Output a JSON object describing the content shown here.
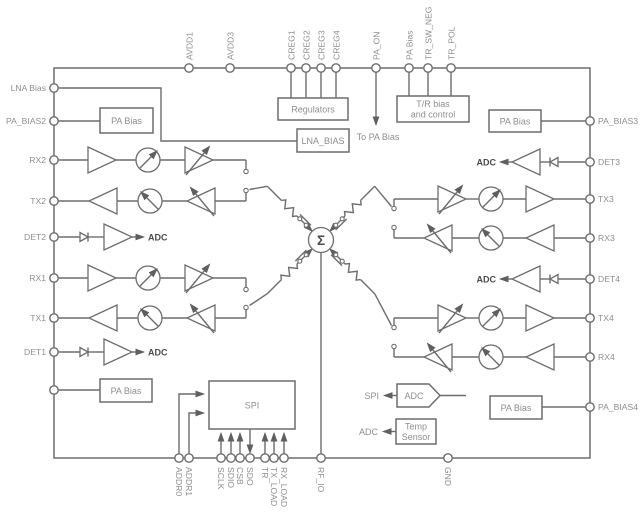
{
  "pins": {
    "top": [
      "AVDD1",
      "AVDD3",
      "CREG1",
      "CREG2",
      "CREG3",
      "CREG4",
      "PA_ON",
      "PA Bias",
      "TR_SW_NEG",
      "TR_POL"
    ],
    "left": [
      "LNA Bias",
      "PA_BIAS2",
      "RX2",
      "TX2",
      "DET2",
      "RX1",
      "TX1",
      "DET1"
    ],
    "right": [
      "PA_BIAS3",
      "DET3",
      "TX3",
      "RX3",
      "DET4",
      "TX4",
      "RX4",
      "PA_BIAS4"
    ],
    "bottom": [
      "ADDR0",
      "ADDR1",
      "SCLK",
      "SDIO",
      "CSB",
      "SDO",
      "TR",
      "TX_LOAD",
      "RX_LOAD",
      "RF_IO",
      "GND"
    ]
  },
  "blocks": {
    "regulators": "Regulators",
    "lna_bias": "LNA_BIAS",
    "tr_line1": "T/R bias",
    "tr_line2": "and control",
    "pa_bias": "PA Bias",
    "spi": "SPI",
    "adc": "ADC",
    "temp_line1": "Temp",
    "temp_line2": "Sensor"
  },
  "ann": {
    "to_pa_bias": "To PA Bias",
    "det_adc": "ADC",
    "spi_label": "SPI",
    "adc_label": "ADC",
    "sigma": "Σ"
  },
  "colors": {
    "line": "#6d6d6d",
    "label": "#8e8e8e",
    "bold_label": "#4a4a4a",
    "background": "#ffffff"
  }
}
